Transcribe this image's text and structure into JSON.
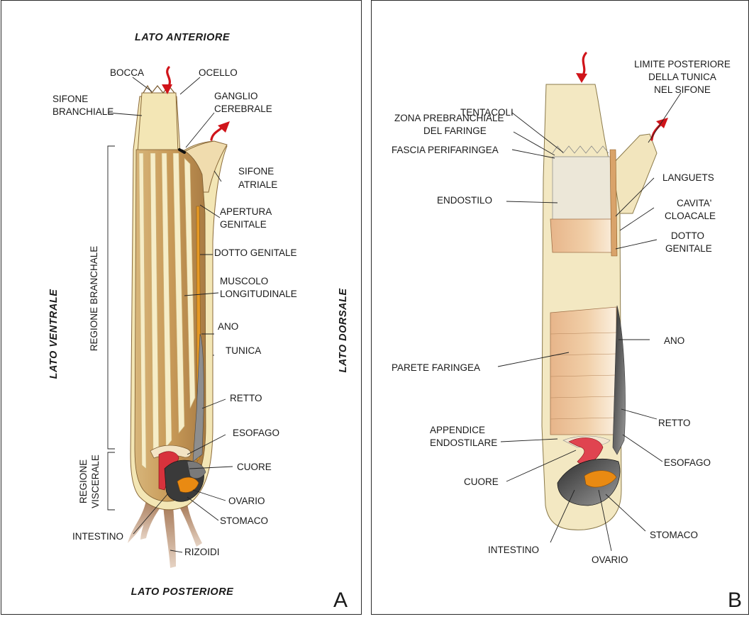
{
  "panel_a": {
    "top_side": "LATO ANTERIORE",
    "bottom_side": "LATO POSTERIORE",
    "left_side": "LATO VENTRALE",
    "right_side": "LATO DORSALE",
    "region_branchial": "REGIONE BRANCHALE",
    "region_visceral_1": "REGIONE",
    "region_visceral_2": "VISCERALE",
    "panel_letter": "A",
    "labels": {
      "bocca": "BOCCA",
      "ocello": "OCELLO",
      "sifone_branchiale_1": "SIFONE",
      "sifone_branchiale_2": "BRANCHIALE",
      "ganglio_1": "GANGLIO",
      "ganglio_2": "CEREBRALE",
      "sifone_atriale_1": "SIFONE",
      "sifone_atriale_2": "ATRIALE",
      "apertura_1": "APERTURA",
      "apertura_2": "GENITALE",
      "dotto_genitale": "DOTTO GENITALE",
      "muscolo_1": "MUSCOLO",
      "muscolo_2": "LONGITUDINALE",
      "ano": "ANO",
      "tunica": "TUNICA",
      "retto": "RETTO",
      "esofago": "ESOFAGO",
      "cuore": "CUORE",
      "ovario": "OVARIO",
      "stomaco": "STOMACO",
      "intestino": "INTESTINO",
      "rizoidi": "RIZOIDI"
    }
  },
  "panel_b": {
    "panel_letter": "B",
    "labels": {
      "limite_1": "LIMITE POSTERIORE",
      "limite_2": "DELLA TUNICA",
      "limite_3": "NEL SIFONE",
      "tentacoli": "TENTACOLI",
      "zona_1": "ZONA PREBRANCHIALE",
      "zona_2": "DEL FARINGE",
      "fascia": "FASCIA PERIFARINGEA",
      "endostilo": "ENDOSTILO",
      "languets": "LANGUETS",
      "cavita_1": "CAVITA'",
      "cavita_2": "CLOACALE",
      "dotto_1": "DOTTO",
      "dotto_2": "GENITALE",
      "ano": "ANO",
      "parete": "PARETE FARINGEA",
      "retto": "RETTO",
      "appendice_1": "APPENDICE",
      "appendice_2": "ENDOSTILARE",
      "esofago": "ESOFAGO",
      "cuore": "CUORE",
      "stomaco": "STOMACO",
      "intestino": "INTESTINO",
      "ovario": "OVARIO"
    }
  },
  "colors": {
    "tunic": "#f3e6b5",
    "body_tan": "#c99c5c",
    "stripe": "#f6edc8",
    "arrow": "#d0141a",
    "gut_dark": "#3a3a3a",
    "ovary": "#e98a12",
    "heart": "#d8323c",
    "pharynx_wall": "#eebf8e"
  }
}
